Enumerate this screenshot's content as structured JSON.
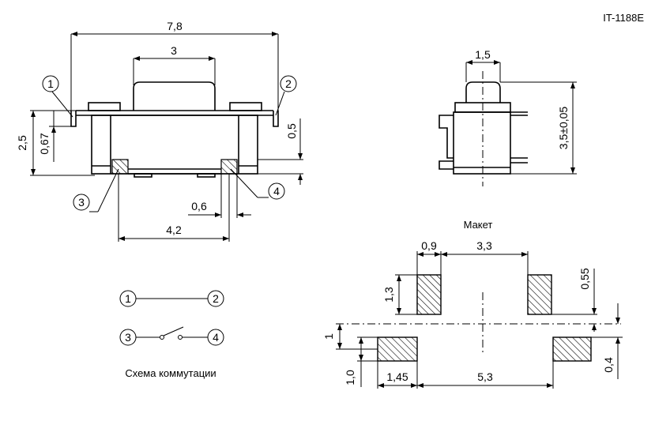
{
  "drawing_code": "IT-1188E",
  "side_view": {
    "overall_width": "7,8",
    "actuator_width": "3",
    "height": "2,5",
    "lead_offset": "0,67",
    "lead_thickness": "0,5",
    "pad_width": "0,6",
    "pad_spacing": "4,2",
    "pins": [
      "1",
      "2",
      "3",
      "4"
    ]
  },
  "end_view": {
    "actuator_width": "1,5",
    "height": "3,5±0,05"
  },
  "layout": {
    "title": "Макет",
    "pad_width": "0,9",
    "pad_gap": "3,3",
    "pad_height": "1,3",
    "top_offset": "0,55",
    "center_offset": "1",
    "lower_pad_height": "1,0",
    "lower_pad_width": "1,45",
    "lower_pad_gap": "5,3",
    "lower_offset": "0,4"
  },
  "schematic": {
    "title": "Схема коммутации",
    "pins": [
      "1",
      "2",
      "3",
      "4"
    ]
  }
}
